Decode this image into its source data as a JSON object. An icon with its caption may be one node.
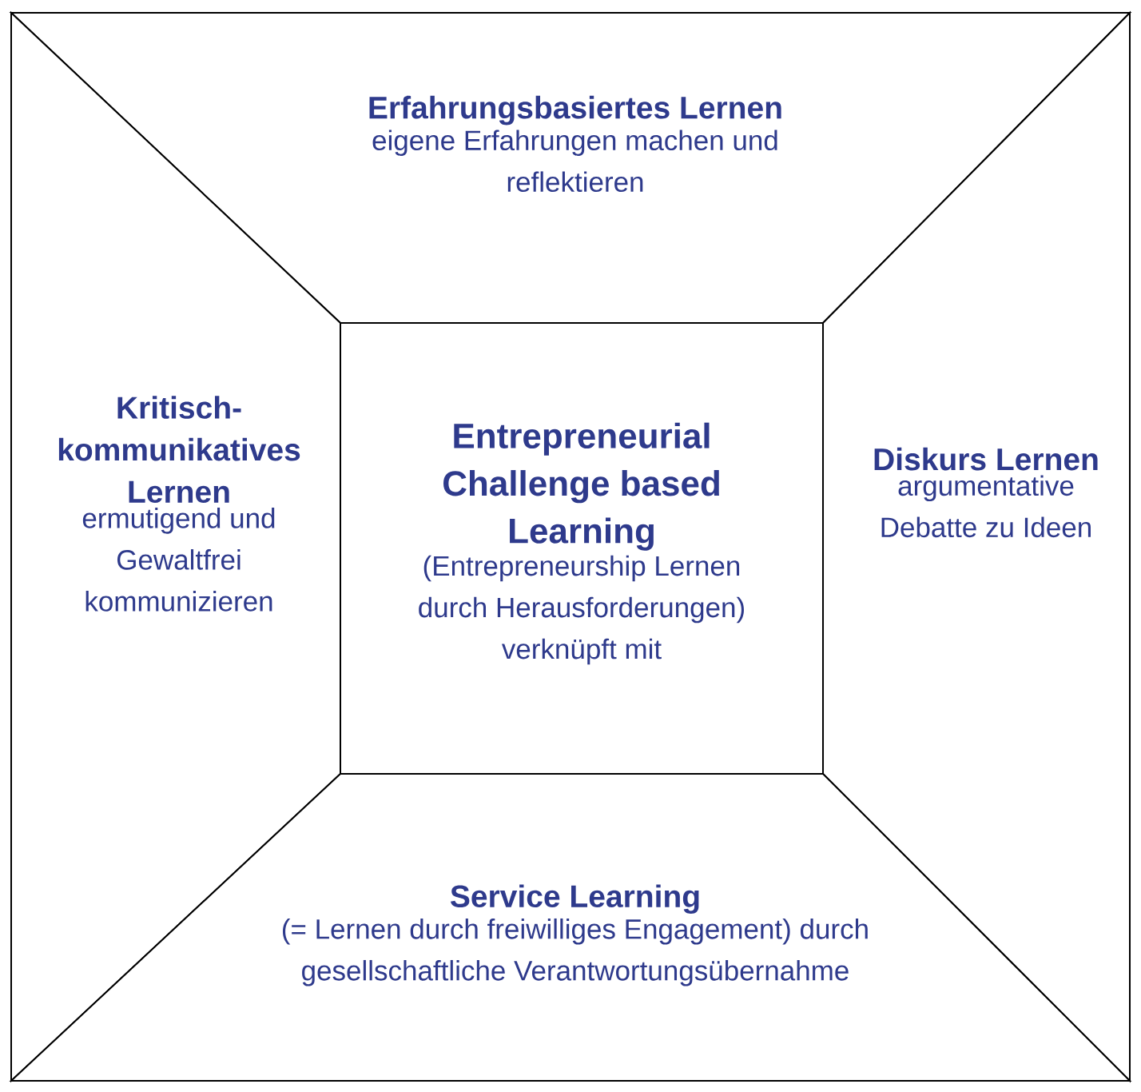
{
  "diagram": {
    "nodes": [
      {
        "text": [
          "Erfahrungsbasiertes Lernen",
          "eigene Erfahrungen machen und reflektieren"
        ]
      },
      {
        "text": [
          "Kritisch-kommunikatives Lernen",
          "ermutigend und Gewaltfrei kommunizieren"
        ]
      },
      {
        "text": [
          "Entrepreneurial Challenge based Learning",
          "(Entrepreneurship Lernen durch Herausforderungen) verknüpft mit"
        ]
      },
      {
        "text": [
          "Diskurs Lernen",
          "argumentative Debatte zu Ideen"
        ]
      },
      {
        "text": [
          "Service Learning",
          "(= Lernen durch freiwilliges Engagement) durch gesellschaftliche Verantwortungsübernahme"
        ]
      }
    ]
  }
}
